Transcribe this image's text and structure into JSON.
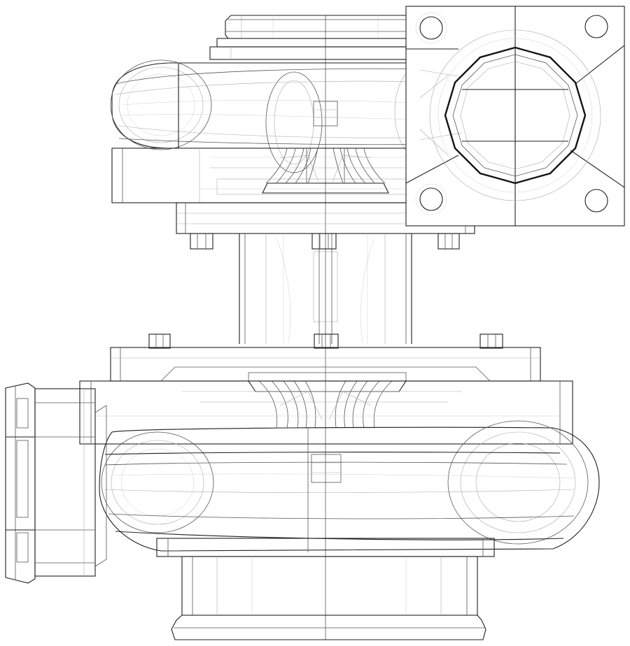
{
  "drawing": {
    "subject": "turbocharger",
    "style": "wireframe line drawing",
    "background_color": "#ffffff",
    "line_colors": {
      "dark": "#1e1e1e",
      "medium": "#555555",
      "light": "#a9a9a9"
    },
    "parts": [
      "compressor-inlet-neck",
      "compressor-housing",
      "compressor-wheel",
      "exhaust-flange",
      "flange-bolt-hole",
      "center-housing",
      "mounting-nut",
      "turbine-backplate",
      "turbine-wheel",
      "turbine-housing",
      "turbine-inlet-flange",
      "exhaust-outlet-neck"
    ]
  }
}
